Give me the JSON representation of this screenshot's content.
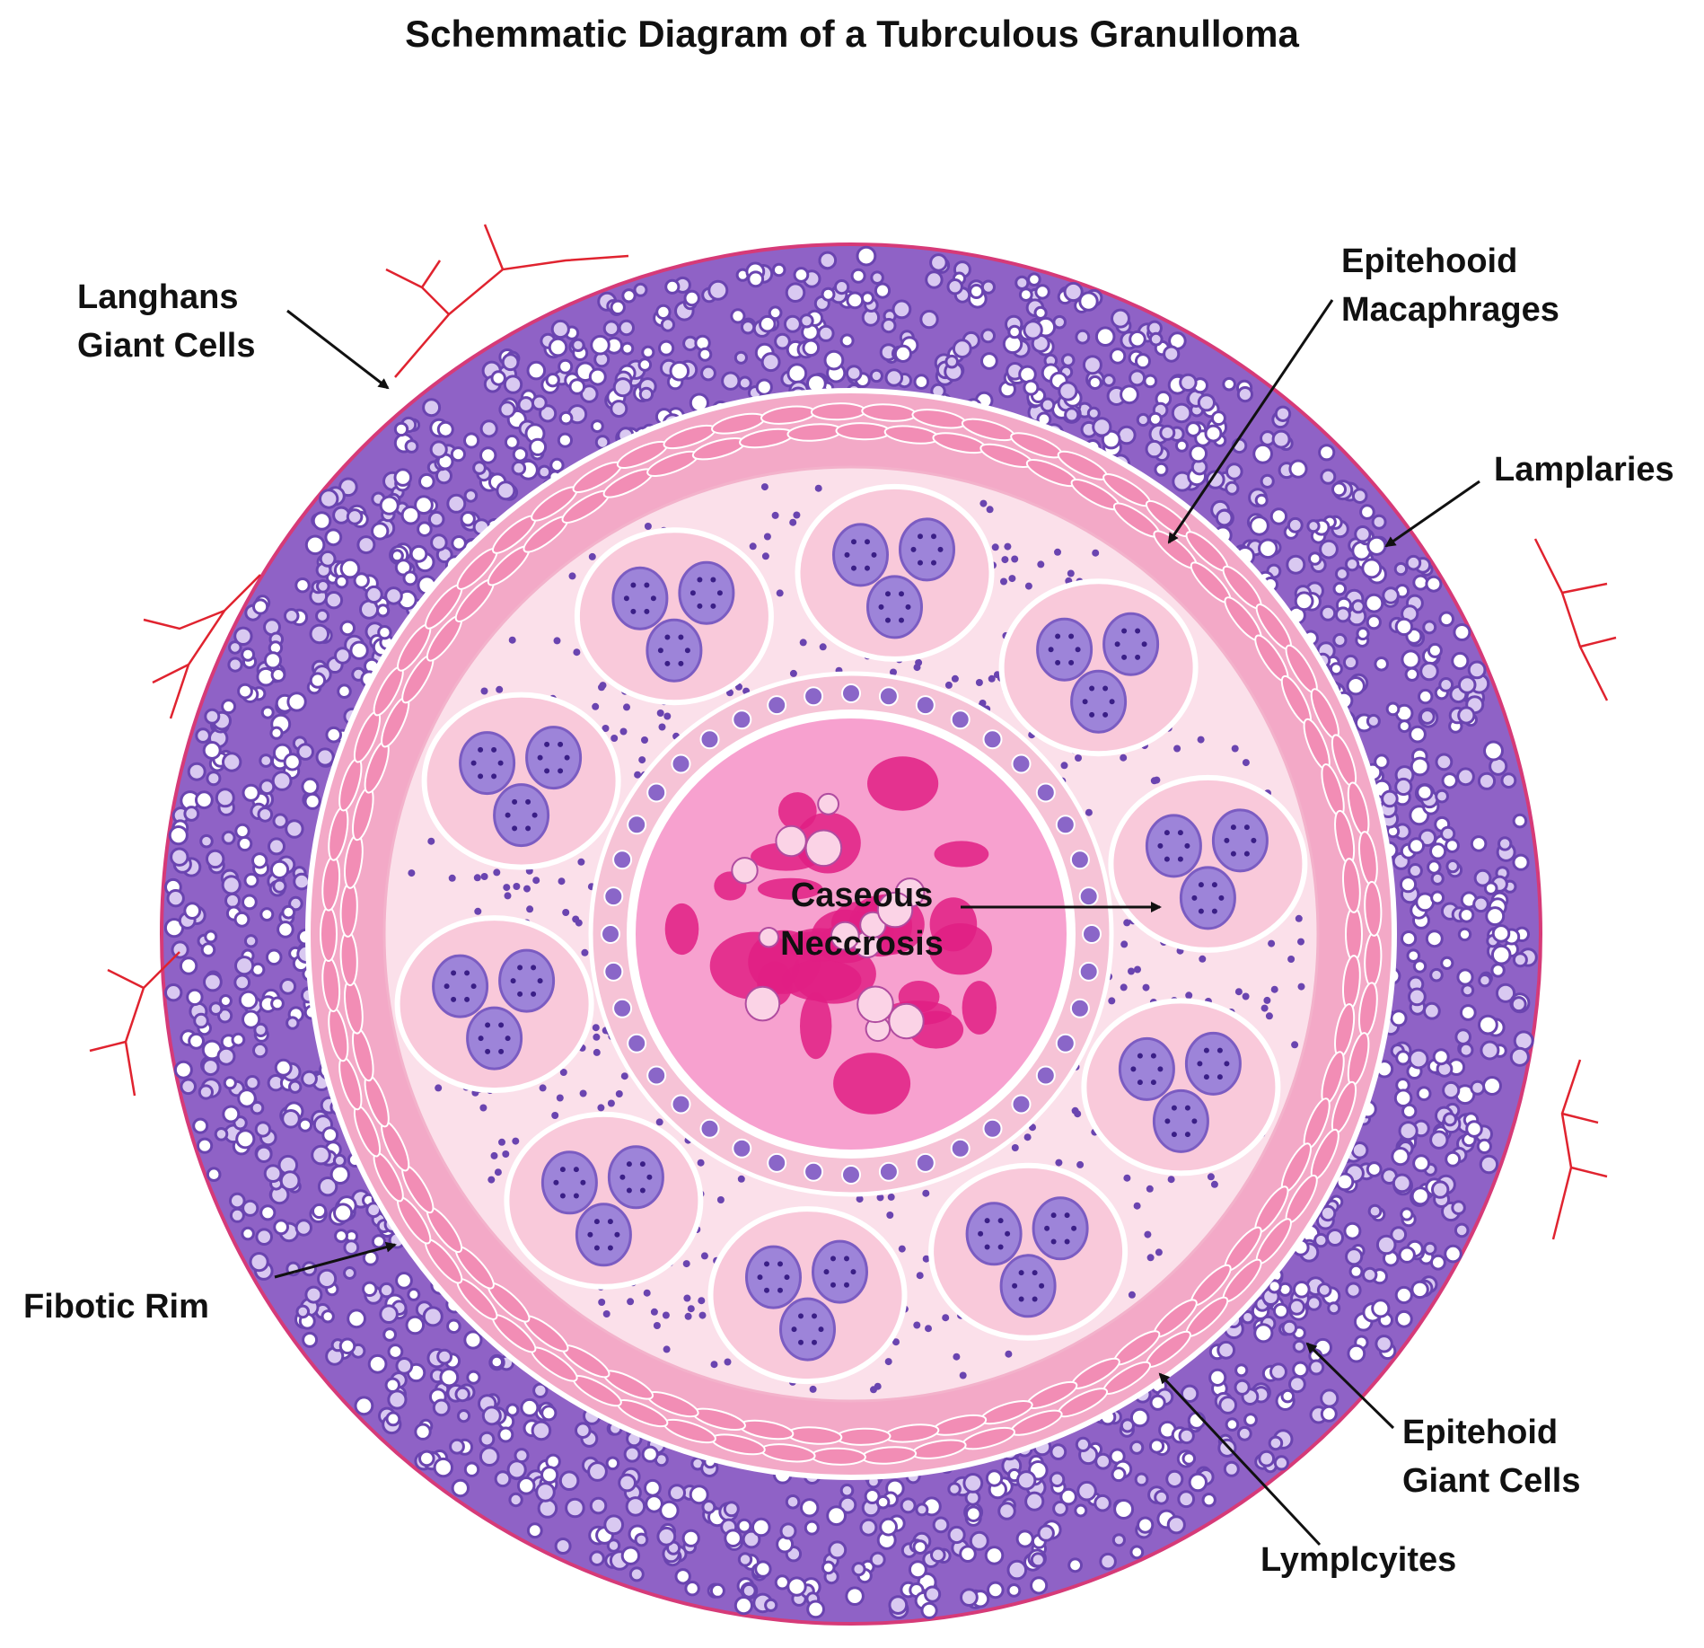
{
  "title": "Schemmatic Diagram of a Tubrculous Granulloma",
  "labels": {
    "langhans": [
      "Langhans",
      "Giant Cells"
    ],
    "epithelioid_macrophages": [
      "Epitehooid",
      "Macaphrages"
    ],
    "lamplaries": [
      "Lamplaries"
    ],
    "caseous": [
      "Caseous",
      "Neccrosis"
    ],
    "fibrotic_rim": [
      "Fibotic Rim"
    ],
    "epithelioid_giant": [
      "Epitehoid",
      "Giant Cells"
    ],
    "lymphocytes": [
      "Lymplcyites"
    ]
  },
  "colors": {
    "lymphocyte_zone": "#8f62c6",
    "lymphocyte_cell": "#6a44b0",
    "fibrotic_band": "#f3a9c7",
    "stroma": "#fbe0ea",
    "giant_cell": "#f9c9da",
    "nucleus": "#9d84d9",
    "necrosis": "#f7a1cf",
    "necrosis_dark": "#e11f84",
    "capillary": "#e0232f",
    "outline": "#d63a78"
  }
}
